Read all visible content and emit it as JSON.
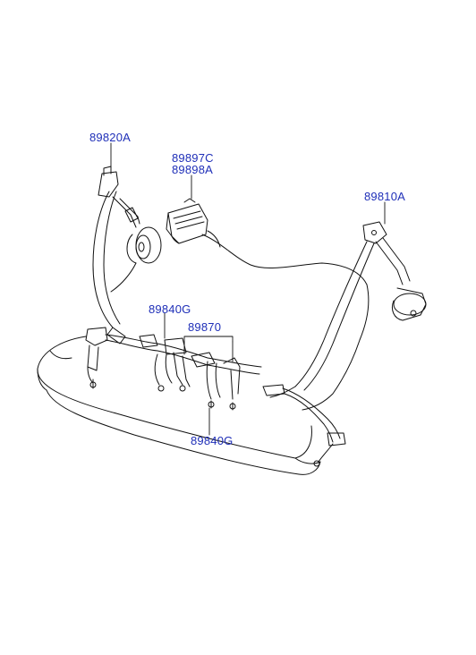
{
  "diagram": {
    "colors": {
      "callout_text": "#1f2fb8",
      "line": "#111111",
      "background": "#ffffff"
    },
    "callouts": [
      {
        "id": "front-left-belt",
        "label": "89820A"
      },
      {
        "id": "buckle-cover-c",
        "label": "89897C"
      },
      {
        "id": "buckle-cover-a",
        "label": "89898A"
      },
      {
        "id": "right-belt",
        "label": "89810A"
      },
      {
        "id": "buckle-upper",
        "label": "89840G"
      },
      {
        "id": "center-buckle",
        "label": "89870"
      },
      {
        "id": "buckle-lower",
        "label": "89840G"
      }
    ]
  }
}
